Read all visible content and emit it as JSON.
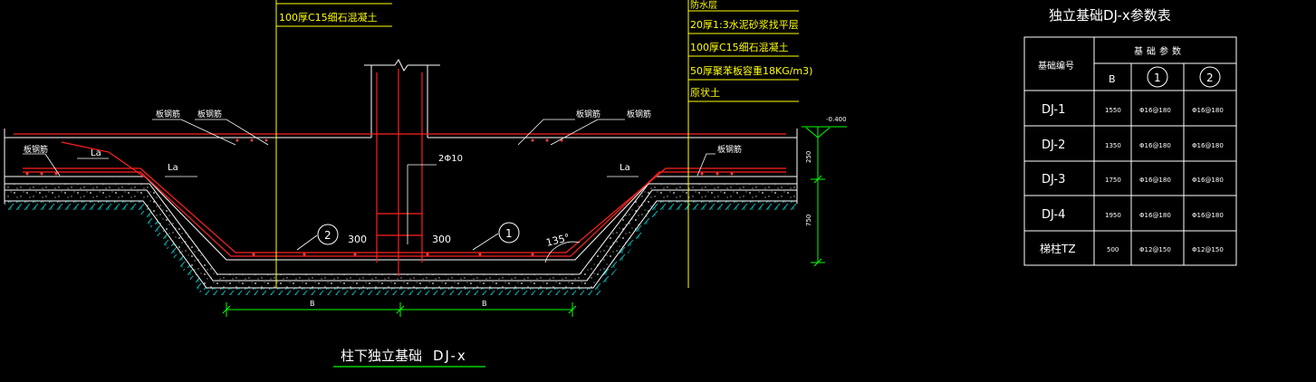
{
  "colors": {
    "background": "#000000",
    "concrete_line": "#ffffff",
    "rebar": "#ff2020",
    "leader": "#ffff00",
    "dimension": "#00ff00",
    "hatch": "#00ffff",
    "label_text": "#ffff00",
    "annotation_text": "#ffffff"
  },
  "layer_callouts": {
    "left": [
      "100厚C15细石混凝土"
    ],
    "right": [
      "防水层",
      "20厚1:3水泥砂浆找平层",
      "100厚C15细石混凝土",
      "50厚聚苯板容重18KG/m3)",
      "原状土"
    ]
  },
  "rebar_labels": {
    "top_left_1": "板钢筋",
    "top_left_2": "板钢筋",
    "top_right_1": "板钢筋",
    "top_right_2": "板钢筋",
    "low_left": "板钢筋",
    "low_right": "板钢筋"
  },
  "annotations": {
    "la_left_1": "La",
    "la_left_2": "La",
    "la_right": "La",
    "column_bars": "2Φ10",
    "dim_300_left": "300",
    "dim_300_right": "300",
    "bar_mark_2": "2",
    "bar_mark_1": "1",
    "angle": "135°",
    "elevation": "-0.400",
    "dim_250": "250",
    "dim_750": "750",
    "dim_b_left": "B",
    "dim_b_right": "B"
  },
  "title": {
    "main": "柱下独立基础",
    "code": "DJ-x"
  },
  "table": {
    "title": "独立基础DJ-x参数表",
    "header_left": "基础编号",
    "header_group": "基础参数",
    "col_b": "B",
    "col_1": "1",
    "col_2": "2",
    "rows": [
      {
        "id": "DJ-1",
        "b": "1550",
        "r1": "Φ16@180",
        "r2": "Φ16@180"
      },
      {
        "id": "DJ-2",
        "b": "1350",
        "r1": "Φ16@180",
        "r2": "Φ16@180"
      },
      {
        "id": "DJ-3",
        "b": "1750",
        "r1": "Φ16@180",
        "r2": "Φ16@180"
      },
      {
        "id": "DJ-4",
        "b": "1950",
        "r1": "Φ16@180",
        "r2": "Φ16@180"
      },
      {
        "id": "梯柱TZ",
        "b": "500",
        "r1": "Φ12@150",
        "r2": "Φ12@150"
      }
    ]
  }
}
